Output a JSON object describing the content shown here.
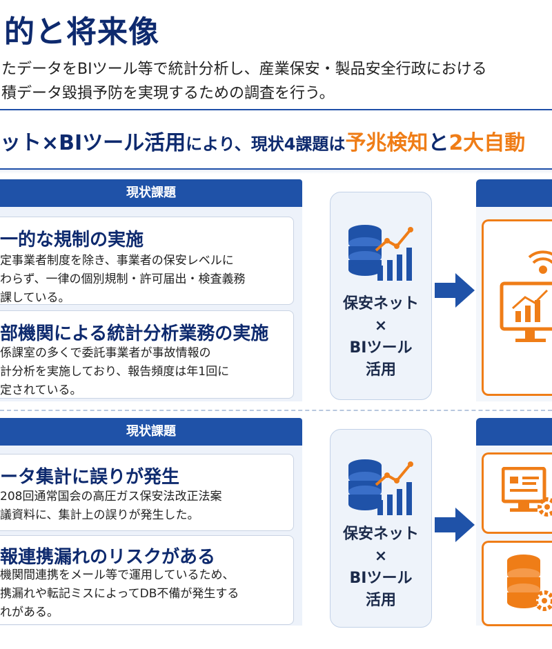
{
  "header": {
    "title": "的と将来像",
    "desc_line1": "たデータをBIツール等で統計分析し、産業保安・製品安全行政における",
    "desc_line2": "積データ毀損予防を実現するための調査を行う。"
  },
  "banner": {
    "part1": "ット×BIツール活用",
    "part2": "により、現状4課題は",
    "part3": "予兆検知",
    "part4": "と",
    "part5": "2大自動"
  },
  "sections": [
    {
      "head": "現状課題",
      "cards": [
        {
          "title": "一的な規制の実施",
          "lines": [
            "定事業者制度を除き、事業者の保安レベルに",
            "わらず、一律の個別規制・許可届出・検査義務",
            "課している。"
          ]
        },
        {
          "title": "部機関による統計分析業務の実施",
          "lines": [
            "係課室の多くで委託事業者が事故情報の",
            "計分析を実施しており、報告頻度は年1回に",
            "定されている。"
          ]
        }
      ],
      "mid": {
        "line1": "保安ネット",
        "line2": "×",
        "line3": "BIツール",
        "line4": "活用"
      }
    },
    {
      "head": "現状課題",
      "cards": [
        {
          "title": "ータ集計に誤りが発生",
          "lines": [
            "208回通常国会の高圧ガス保安法改正法案",
            "議資料に、集計上の誤りが発生した。"
          ]
        },
        {
          "title": "報連携漏れのリスクがある",
          "lines": [
            "機関間連携をメール等で運用しているため、",
            "携漏れや転記ミスによってDB不備が発生する",
            "れがある。"
          ]
        }
      ],
      "mid": {
        "line1": "保安ネット",
        "line2": "×",
        "line3": "BIツール",
        "line4": "活用"
      }
    }
  ],
  "icons": {
    "mid": "database-chart-icon",
    "arrow": "arrow-right-icon",
    "monitor": "monitor-analytics-icon",
    "doc": "document-gear-icon",
    "db": "database-gear-icon"
  },
  "colors": {
    "navy": "#0e2a6e",
    "blue": "#1f52a8",
    "orange": "#ef7d17"
  }
}
